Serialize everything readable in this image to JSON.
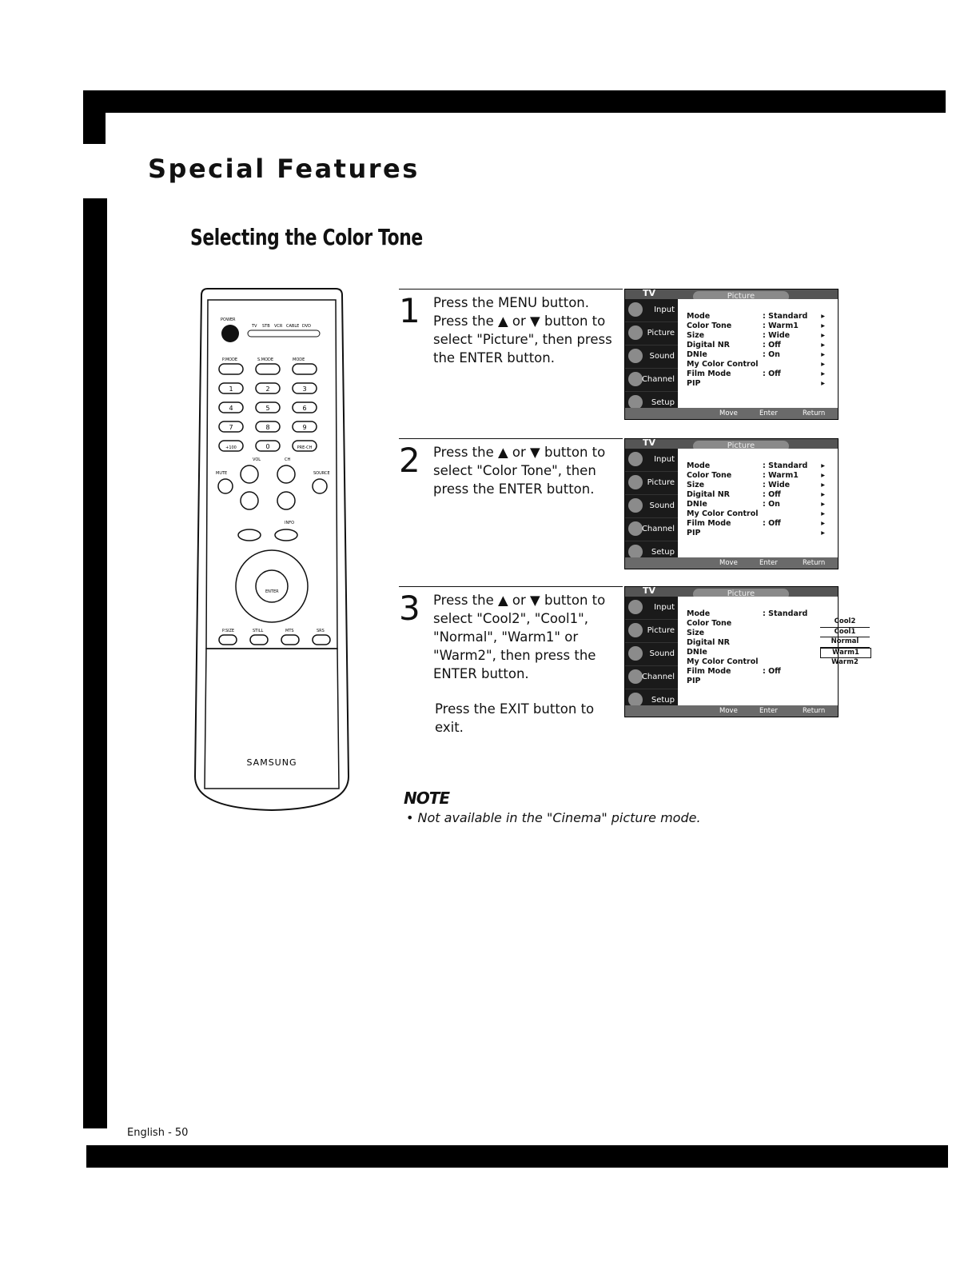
{
  "page": {
    "section_title": "Special Features",
    "heading": "Selecting the Color Tone",
    "footer": "English - 50"
  },
  "remote": {
    "brand": "SAMSUNG",
    "power_label": "POWER",
    "mode_labels": [
      "TV",
      "STB",
      "VCR",
      "CABLE",
      "DVD"
    ],
    "top_labels": [
      "P.MODE",
      "S.MODE",
      "MODE"
    ],
    "keys": [
      "1",
      "2",
      "3",
      "4",
      "5",
      "6",
      "7",
      "8",
      "9",
      "+100",
      "0",
      "PRE-CH"
    ],
    "vol_label": "VOL",
    "ch_label": "CH",
    "mute_label": "MUTE",
    "source_label": "SOURCE",
    "enter_label": "ENTER",
    "info_label": "INFO",
    "bottom_labels": [
      "P.SIZE",
      "STILL",
      "MTS",
      "SRS"
    ]
  },
  "steps": [
    {
      "number": "1",
      "text": "Press the MENU button. Press the ▲ or ▼ button to select \"Picture\", then press the ENTER button."
    },
    {
      "number": "2",
      "text": "Press the ▲ or ▼ button to select \"Color Tone\", then press the ENTER button."
    },
    {
      "number": "3",
      "text": "Press the ▲ or ▼ button to select \"Cool2\", \"Cool1\", \"Normal\", \"Warm1\" or \"Warm2\", then press the ENTER button.",
      "extra": "Press the EXIT button to exit."
    }
  ],
  "osd": {
    "tv_label": "TV",
    "menu_title": "Picture",
    "side_items": [
      "Input",
      "Picture",
      "Sound",
      "Channel",
      "Setup"
    ],
    "rows": [
      {
        "label": "Mode",
        "value": ": Standard"
      },
      {
        "label": "Color Tone",
        "value": ": Warm1"
      },
      {
        "label": "Size",
        "value": ": Wide"
      },
      {
        "label": "Digital NR",
        "value": ": Off"
      },
      {
        "label": "DNIe",
        "value": ": On"
      },
      {
        "label": "My Color Control",
        "value": ""
      },
      {
        "label": "Film Mode",
        "value": ": Off"
      },
      {
        "label": "PIP",
        "value": ""
      }
    ],
    "footer": {
      "move": "Move",
      "enter": "Enter",
      "return": "Return"
    },
    "color_tone_options": [
      "Cool2",
      "Cool1",
      "Normal",
      "Warm1",
      "Warm2"
    ],
    "screen3_rows": [
      {
        "label": "Mode",
        "value": ": Standard"
      },
      {
        "label": "Color Tone",
        "value": ""
      },
      {
        "label": "Size",
        "value": ""
      },
      {
        "label": "Digital NR",
        "value": ""
      },
      {
        "label": "DNIe",
        "value": ""
      },
      {
        "label": "My Color Control",
        "value": ""
      },
      {
        "label": "Film Mode",
        "value": ": Off"
      },
      {
        "label": "PIP",
        "value": ""
      }
    ]
  },
  "note": {
    "title": "NOTE",
    "text": "• Not available in the \"Cinema\" picture mode."
  }
}
